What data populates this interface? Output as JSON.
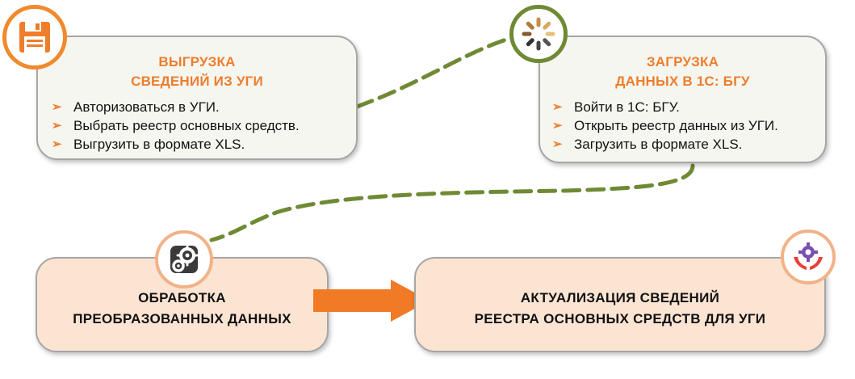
{
  "step_export": {
    "title_line1": "ВЫГРУЗКА",
    "title_line2": "СВЕДЕНИЙ ИЗ УГИ",
    "bullets": [
      "Авторизоваться в УГИ.",
      "Выбрать реестр основных средств.",
      "Выгрузить в формате XLS."
    ],
    "icon": "floppy-disk-icon"
  },
  "step_import": {
    "title_line1": "ЗАГРУЗКА",
    "title_line2": "ДАННЫХ В 1С: БГУ",
    "bullets": [
      "Войти в 1С: БГУ.",
      "Открыть реестр данных из УГИ.",
      "Загрузить в формате XLS."
    ],
    "icon": "loading-spinner-icon"
  },
  "step_process": {
    "title_line1": "ОБРАБОТКА",
    "title_line2": "ПРЕОБРАЗОВАННЫХ ДАННЫХ",
    "icon": "gears-icon"
  },
  "step_update": {
    "title_line1": "АКТУАЛИЗАЦИЯ СВЕДЕНИЙ",
    "title_line2": "РЕЕСТРА ОСНОВНЫХ СРЕДСТВ ДЛЯ УГИ",
    "icon": "hands-gear-icon"
  },
  "bullet_marker": "➢",
  "colors": {
    "accent_orange": "#ee7d2c",
    "connector_olive": "#6f8a34",
    "badge_export_ring": "#f08a2c",
    "badge_import_ring": "#6f8a34",
    "badge_process_ring": "#f2b288",
    "badge_update_ring": "#f2b288",
    "card_light": "#f6f6f1",
    "card_peach": "#fce4d3"
  }
}
